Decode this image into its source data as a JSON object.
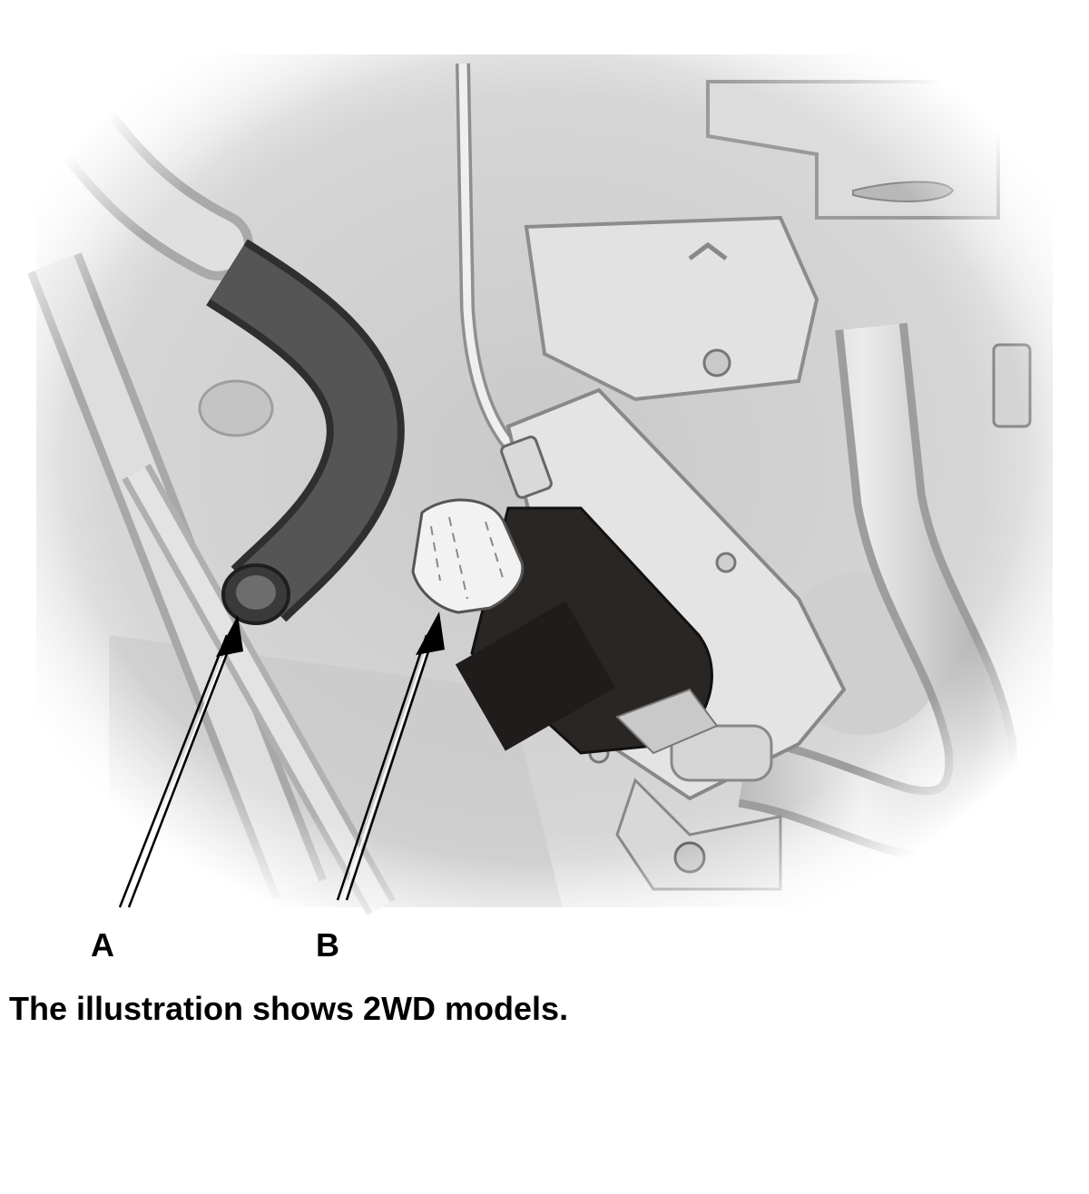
{
  "callouts": {
    "a": "A",
    "b": "B"
  },
  "caption": "The illustration shows 2WD models.",
  "colors": {
    "hose": "#4d4d4d",
    "component": "#2a2624",
    "connector": "#f2f2f2",
    "background_parts": "#d9d9d9"
  }
}
